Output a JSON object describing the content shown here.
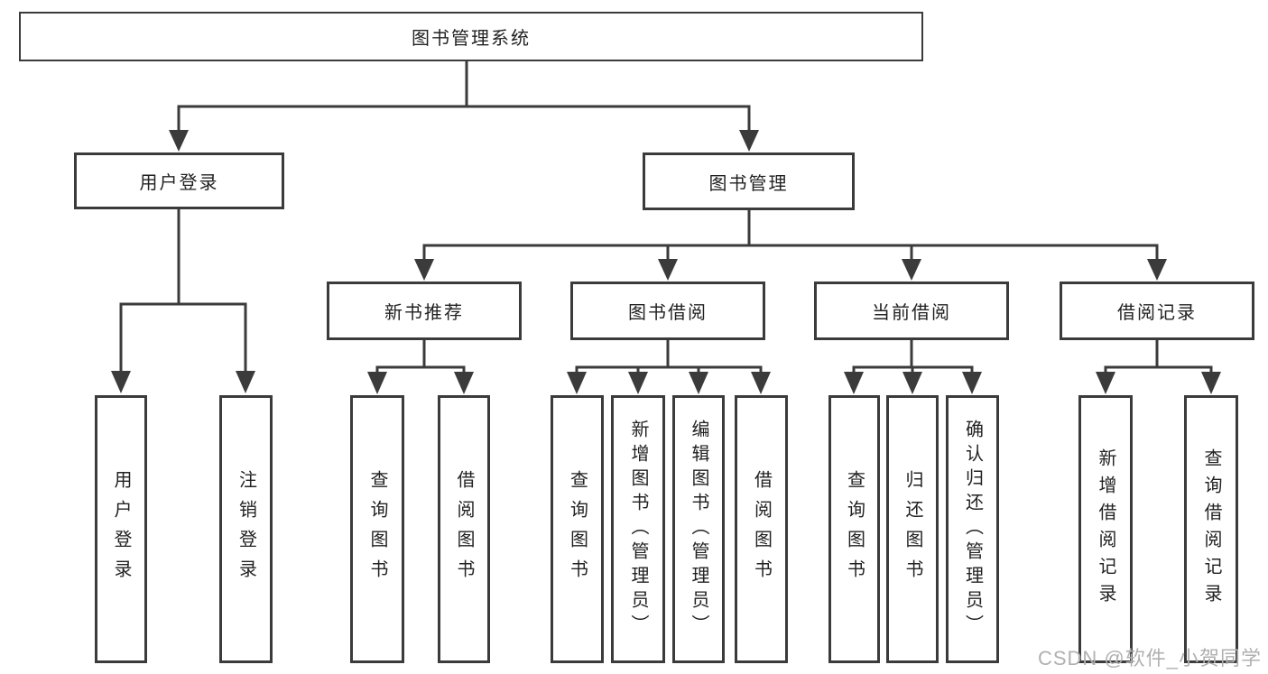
{
  "colors": {
    "line": "#3b3b3b",
    "box_border": "#3b3b3b",
    "text": "#222222",
    "background": "#ffffff",
    "watermark": "#b0b0b0"
  },
  "watermark": {
    "text": "CSDN @软件_小贺同学"
  },
  "nodes": {
    "root": {
      "label": "图书管理系统"
    },
    "user_login": {
      "label": "用户登录",
      "parent": "root"
    },
    "book_mgmt": {
      "label": "图书管理",
      "parent": "root"
    },
    "new_books": {
      "label": "新书推荐",
      "parent": "book_mgmt"
    },
    "book_borrow": {
      "label": "图书借阅",
      "parent": "book_mgmt"
    },
    "current_borrow": {
      "label": "当前借阅",
      "parent": "book_mgmt"
    },
    "borrow_records": {
      "label": "借阅记录",
      "parent": "book_mgmt"
    },
    "leaf_user_login": {
      "label": "用户登录",
      "parent": "user_login"
    },
    "leaf_logout": {
      "label": "注销登录",
      "parent": "user_login"
    },
    "leaf_nb_query": {
      "label": "查询图书",
      "parent": "new_books"
    },
    "leaf_nb_borrow": {
      "label": "借阅图书",
      "parent": "new_books"
    },
    "leaf_bb_query": {
      "label": "查询图书",
      "parent": "book_borrow"
    },
    "leaf_bb_add": {
      "label": "新增图书（管理员）",
      "parent": "book_borrow"
    },
    "leaf_bb_edit": {
      "label": "编辑图书（管理员）",
      "parent": "book_borrow"
    },
    "leaf_bb_borrow": {
      "label": "借阅图书",
      "parent": "book_borrow"
    },
    "leaf_cb_query": {
      "label": "查询图书",
      "parent": "current_borrow"
    },
    "leaf_cb_return": {
      "label": "归还图书",
      "parent": "current_borrow"
    },
    "leaf_cb_confirm": {
      "label": "确认归还（管理员）",
      "parent": "current_borrow"
    },
    "leaf_br_add": {
      "label": "新增借阅记录",
      "parent": "borrow_records"
    },
    "leaf_br_query": {
      "label": "查询借阅记录",
      "parent": "borrow_records"
    }
  }
}
